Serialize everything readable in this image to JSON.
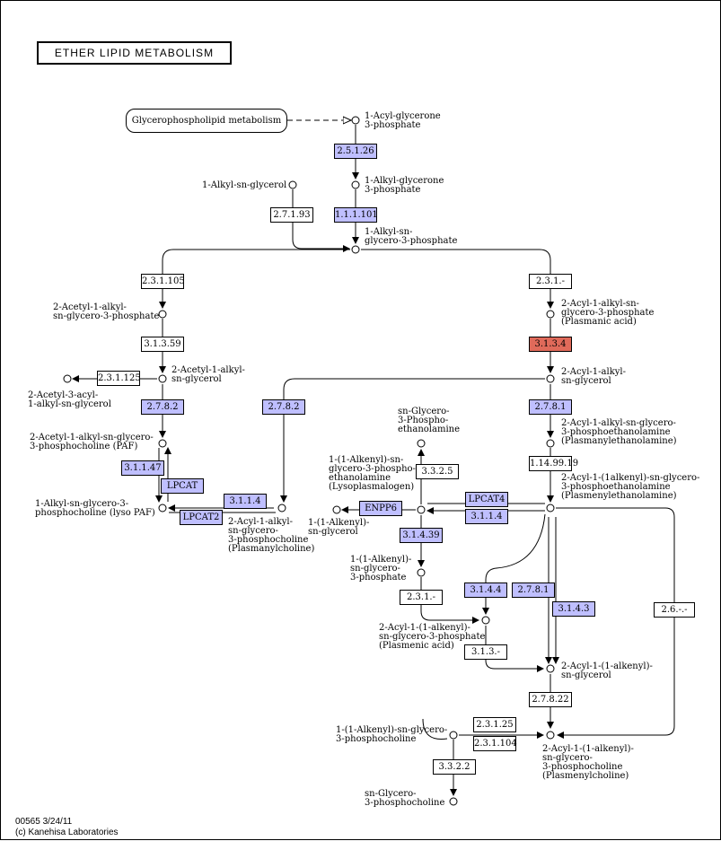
{
  "title": "ETHER LIPID METABOLISM",
  "map_link": "Glycerophospholipid metabolism",
  "footer": {
    "line1": "00565 3/24/11",
    "line2": "(c) Kanehisa Laboratories"
  },
  "colors": {
    "highlight": "#bfbfff",
    "red": "#e06a5a"
  },
  "enzymes": {
    "e2_5_1_26": "2.5.1.26",
    "e1_1_1_101": "1.1.1.101",
    "e2_7_1_93": "2.7.1.93",
    "e2_3_1_105": "2.3.1.105",
    "e2_3_1_dash": "2.3.1.-",
    "e3_1_3_59": "3.1.3.59",
    "e3_1_3_4": "3.1.3.4",
    "e2_3_1_125": "2.3.1.125",
    "e2_7_8_2_a": "2.7.8.2",
    "e2_7_8_2_b": "2.7.8.2",
    "e2_7_8_1_a": "2.7.8.1",
    "e1_14_99_19": "1.14.99.19",
    "e3_1_1_47": "3.1.1.47",
    "lpcat": "LPCAT",
    "e3_1_1_4_a": "3.1.1.4",
    "lpcat2": "LPCAT2",
    "e3_3_2_5": "3.3.2.5",
    "enpp6": "ENPP6",
    "lpcat4": "LPCAT4",
    "e3_1_1_4_b": "3.1.1.4",
    "e3_1_4_39": "3.1.4.39",
    "e2_3_1_dash2": "2.3.1.-",
    "e3_1_4_4": "3.1.4.4",
    "e2_7_8_1_b": "2.7.8.1",
    "e3_1_4_3": "3.1.4.3",
    "e2_6_dash": "2.6.-.-",
    "e3_1_3_dash": "3.1.3.-",
    "e2_7_8_22": "2.7.8.22",
    "e2_3_1_25": "2.3.1.25",
    "e2_3_1_104": "2.3.1.104",
    "e3_3_2_2": "3.3.2.2"
  },
  "compounds": {
    "acyl_glycerone": "1-Acyl-glycerone\n3-phosphate",
    "alkyl_glycerone": "1-Alkyl-glycerone\n3-phosphate",
    "alkyl_sn_glycerol": "1-Alkyl-sn-glycerol",
    "alkyl_sn_g3p": "1-Alkyl-sn-\nglycero-3-phosphate",
    "acetyl_alkyl_g3p": "2-Acetyl-1-alkyl-\nsn-glycero-3-phosphate",
    "acyl_alkyl_g3p": "2-Acyl-1-alkyl-sn-\nglycero-3-phosphate\n(Plasmanic acid)",
    "acetyl_alkyl_glycerol": "2-Acetyl-1-alkyl-\nsn-glycerol",
    "acetyl_acyl_alkyl": "2-Acetyl-3-acyl-\n1-alkyl-sn-glycerol",
    "acyl_alkyl_glycerol": "2-Acyl-1-alkyl-\nsn-glycerol",
    "paf": "2-Acetyl-1-alkyl-sn-glycero-\n3-phosphocholine (PAF)",
    "sn_glycero_3_pe": "sn-Glycero-\n3-Phospho-\nethanolamine",
    "plasmanylethanolamine": "2-Acyl-1-alkyl-sn-glycero-\n3-phosphoethanolamine\n(Plasmanylethanolamine)",
    "lysoplasmalogen": "1-(1-Alkenyl)-sn-\nglycero-3-phospho-\nethanolamine\n(Lysoplasmalogen)",
    "plasmenylethanolamine": "2-Acyl-1-(1alkenyl)-sn-glycero-\n3-phosphoethanolamine\n(Plasmenylethanolamine)",
    "lyso_paf": "1-Alkyl-sn-glycero-3-\nphosphocholine (lyso PAF)",
    "plasmanylcholine": "2-Acyl-1-alkyl-\nsn-glycero-\n3-phosphocholine\n(Plasmanylcholine)",
    "alkenyl_sn_glycerol": "1-(1-Alkenyl)-\nsn-glycerol",
    "alkenyl_g3p": "1-(1-Alkenyl)-\nsn-glycero-\n3-phosphate",
    "plasmenic_acid": "2-Acyl-1-(1-alkenyl)-\nsn-glycero-3-phosphate\n(Plasmenic acid)",
    "acyl_alkenyl_glycerol": "2-Acyl-1-(1-alkenyl)-\nsn-glycerol",
    "alkenyl_g3pc": "1-(1-Alkenyl)-sn-glycero-\n3-phosphocholine",
    "plasmenylcholine": "2-Acyl-1-(1-alkenyl)-\nsn-glycero-\n3-phosphocholine\n(Plasmenylcholine)",
    "sn_glycero_3_pc": "sn-Glycero-\n3-phosphocholine"
  }
}
